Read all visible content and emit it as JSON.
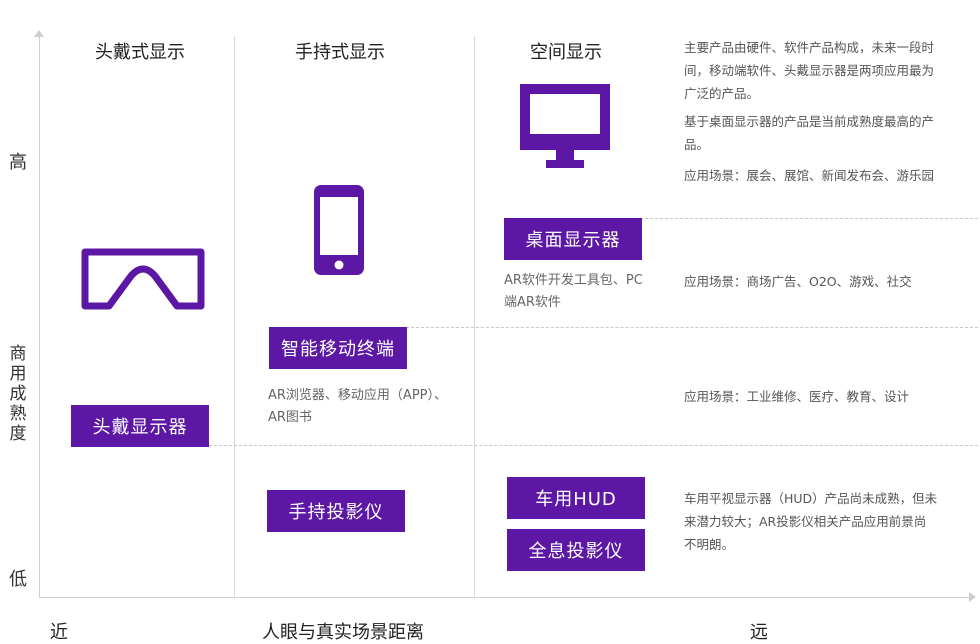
{
  "axes": {
    "y_high": "高",
    "y_title": "商用成熟度",
    "y_low": "低",
    "x_near": "近",
    "x_title": "人眼与真实场景距离",
    "x_far": "远"
  },
  "columns": [
    {
      "title": "头戴式显示",
      "icon": "vr-goggles-icon"
    },
    {
      "title": "手持式显示",
      "icon": "smartphone-icon"
    },
    {
      "title": "空间显示",
      "icon": "monitor-icon"
    }
  ],
  "devices": {
    "head_mounted": "头戴显示器",
    "smart_mobile": "智能移动终端",
    "handheld_projector": "手持投影仪",
    "desktop_display": "桌面显示器",
    "car_hud": "车用HUD",
    "hologram_projection": "全息投影仪"
  },
  "descriptions": {
    "smart_mobile_line1": "AR浏览器、移动应用（APP）、",
    "smart_mobile_line2": "AR图书",
    "desktop_line1": "AR软件开发工具包、PC",
    "desktop_line2": "端AR软件"
  },
  "notes": {
    "top_para1_line1": "主要产品由硬件、软件产品构成，未来一段时",
    "top_para1_line2": "间，移动端软件、头戴显示器是两项应用最为",
    "top_para1_line3": "广泛的产品。",
    "top_para2_line1": "基于桌面显示器的产品是当前成熟度最高的产",
    "top_para2_line2": "品。",
    "top_scenes": "应用场景：展会、展馆、新闻发布会、游乐园",
    "mid_scenes": "应用场景：商场广告、O2O、游戏、社交",
    "low_scenes": "应用场景：工业维修、医疗、教育、设计",
    "bottom_line1": "车用平视显示器（HUD）产品尚未成熟，但未",
    "bottom_line2": "来潜力较大；AR投影仪相关产品应用前景尚",
    "bottom_line3": "不明朗。"
  },
  "colors": {
    "accent": "#5c18a4"
  }
}
